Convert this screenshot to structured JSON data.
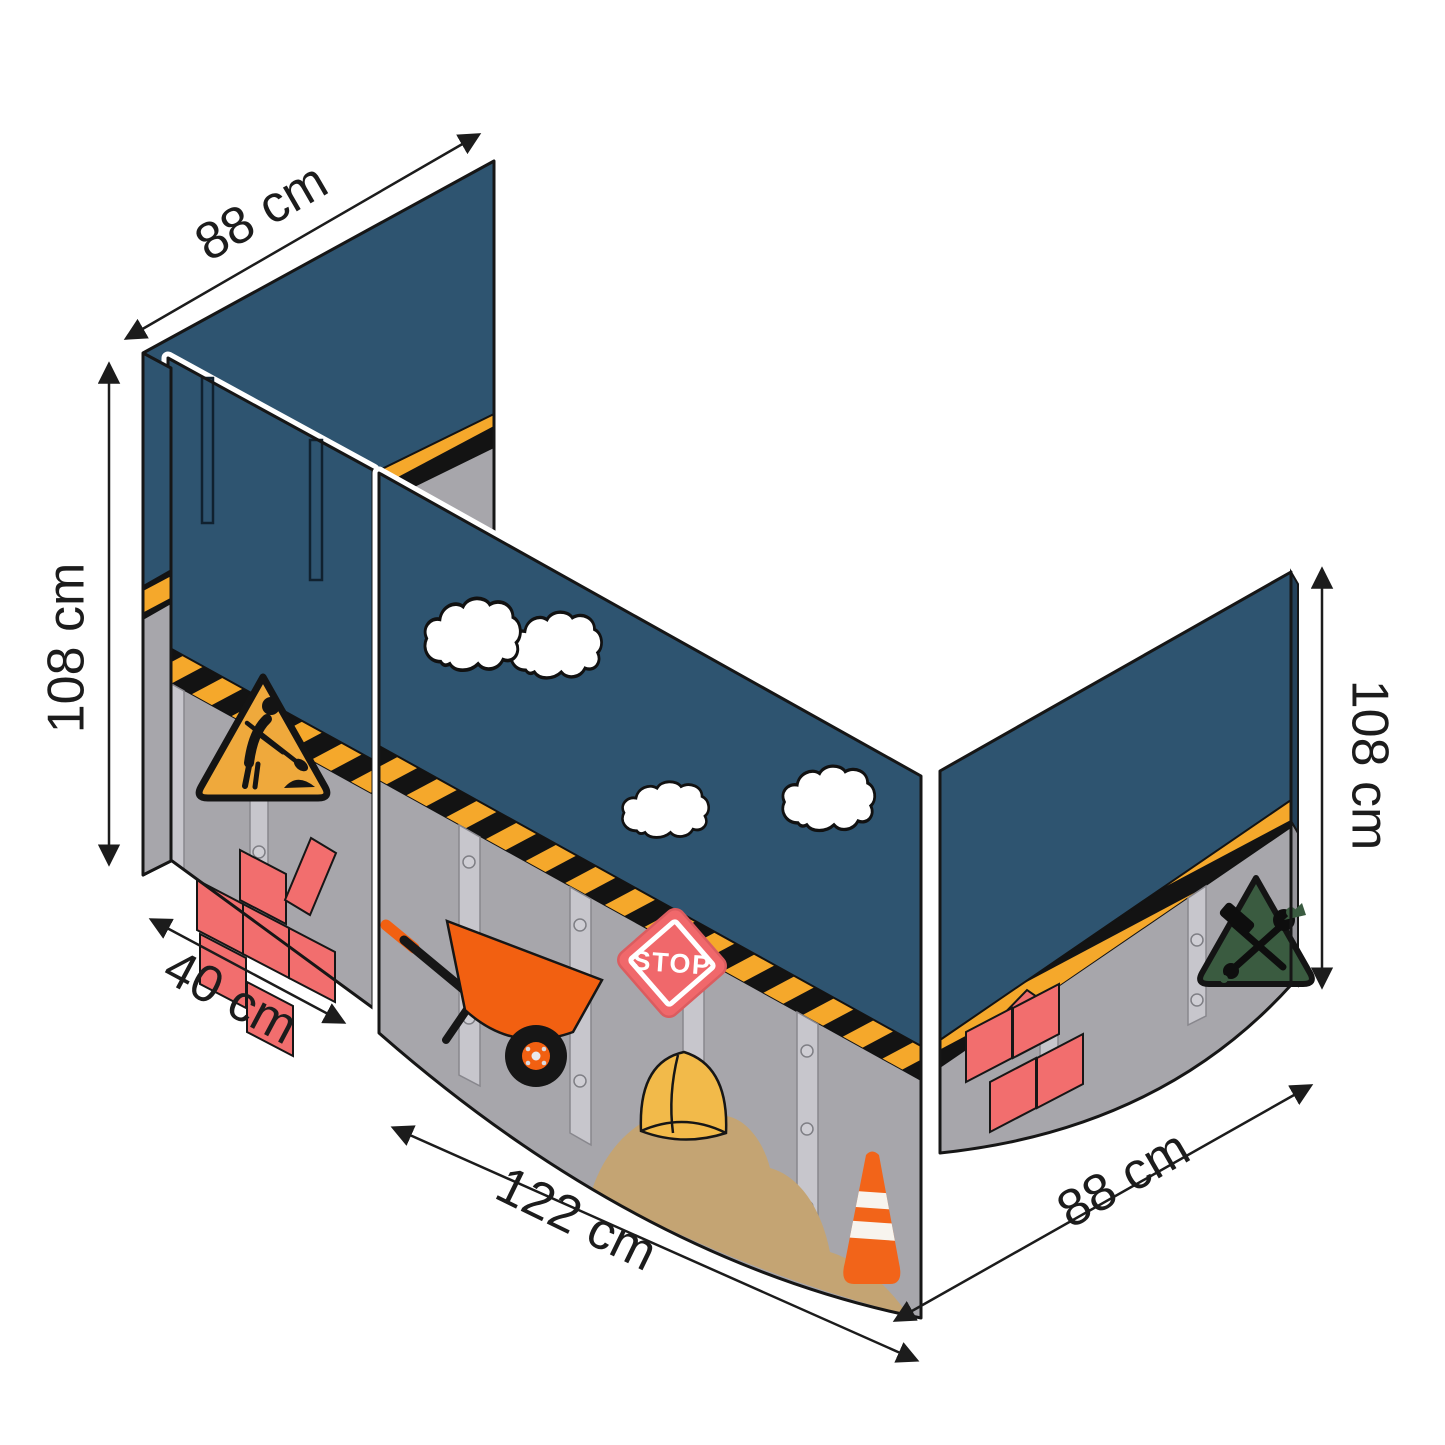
{
  "labels": {
    "back_width": "88 cm",
    "left_height": "108 cm",
    "front_left_width": "40 cm",
    "front_width": "122 cm",
    "right_width": "88 cm",
    "right_height": "108 cm"
  },
  "stop_sign_text": "STOP",
  "colors": {
    "canvas_blue": "#2E5470",
    "canvas_blue_dark": "#24415A",
    "panel_grey": "#A7A6AB",
    "panel_grey_dark": "#96959B",
    "metal_band": "#C7C6CC",
    "hazard_yellow": "#F5A82B",
    "hazard_black": "#131313",
    "brick_pink": "#F26E6E",
    "sign_yellow": "#EFA93C",
    "sign_green": "#3A5B40",
    "stop_pink": "#F0686B",
    "cart_orange": "#F26011",
    "helmet_yellow": "#F2BA4A",
    "sand_tan": "#C4A473",
    "cone_orange": "#F26419",
    "cloud_white": "#FFFFFF",
    "outline": "#161616"
  }
}
